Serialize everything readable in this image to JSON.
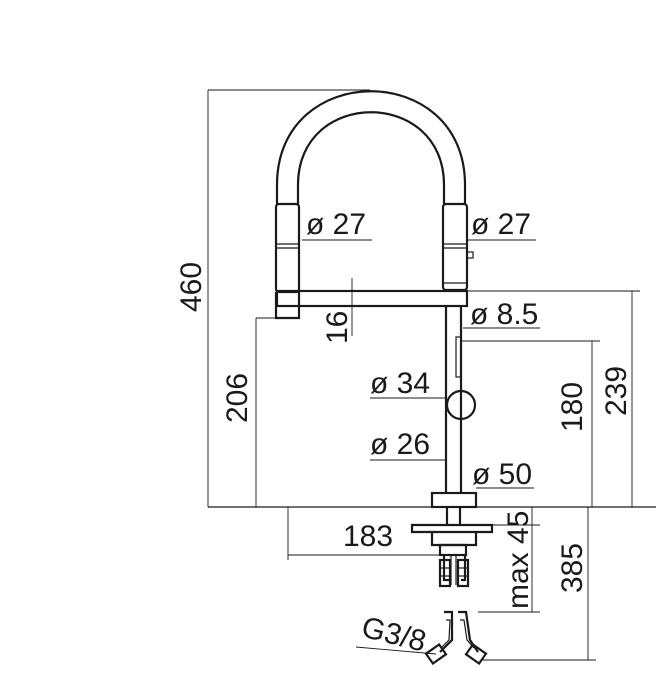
{
  "dimensions": {
    "total_height": "460",
    "spout_to_base": "206",
    "spout_thickness": "16",
    "head_left_diameter": "ø 27",
    "head_right_diameter": "ø 27",
    "body_diameter_85": "ø 8.5",
    "handle_diameter": "ø 34",
    "body_diameter_26": "ø 26",
    "base_diameter": "ø 50",
    "body_height": "180",
    "spout_height": "239",
    "reach": "183",
    "max_deck_thickness": "max 45",
    "hose_length": "385",
    "connection_thread": "G3/8"
  }
}
